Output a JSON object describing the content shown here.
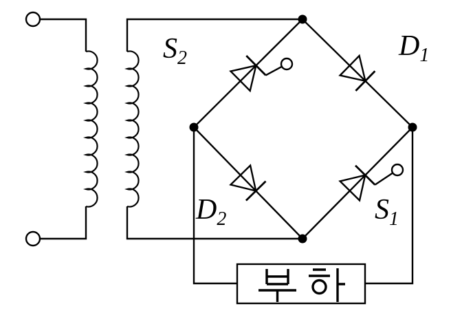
{
  "diagram": {
    "colors": {
      "line": "#000000",
      "background": "#ffffff"
    },
    "devices": {
      "s2": {
        "base": "S",
        "sub": "2",
        "kind": "thyristor"
      },
      "d1": {
        "base": "D",
        "sub": "1",
        "kind": "diode"
      },
      "d2": {
        "base": "D",
        "sub": "2",
        "kind": "diode"
      },
      "s1": {
        "base": "S",
        "sub": "1",
        "kind": "thyristor"
      }
    },
    "load": {
      "label": "부하"
    }
  }
}
